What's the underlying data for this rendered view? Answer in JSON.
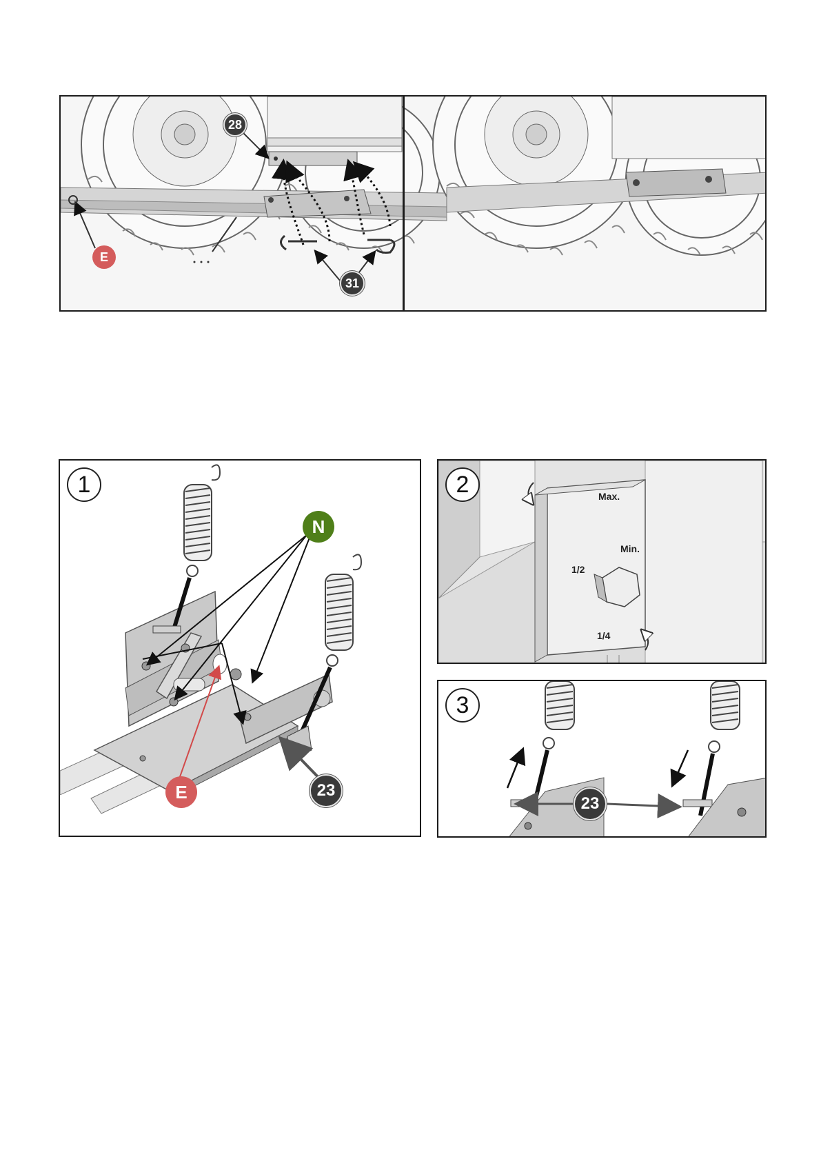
{
  "top_figure": {
    "callouts": {
      "c28": "28",
      "c31": "31",
      "cE": "E"
    }
  },
  "step1": {
    "number": "1",
    "callouts": {
      "cN": "N",
      "cE": "E",
      "c23": "23"
    }
  },
  "step2": {
    "number": "2",
    "labels": {
      "max": "Max.",
      "min": "Min.",
      "half": "1/2",
      "quarter": "1/4"
    }
  },
  "step3": {
    "number": "3",
    "callouts": {
      "c23": "23"
    }
  },
  "colors": {
    "callout_dark": "#3a3a3a",
    "callout_red": "#d45c5c",
    "callout_green": "#4f7f19",
    "border": "#1c1c1c"
  }
}
